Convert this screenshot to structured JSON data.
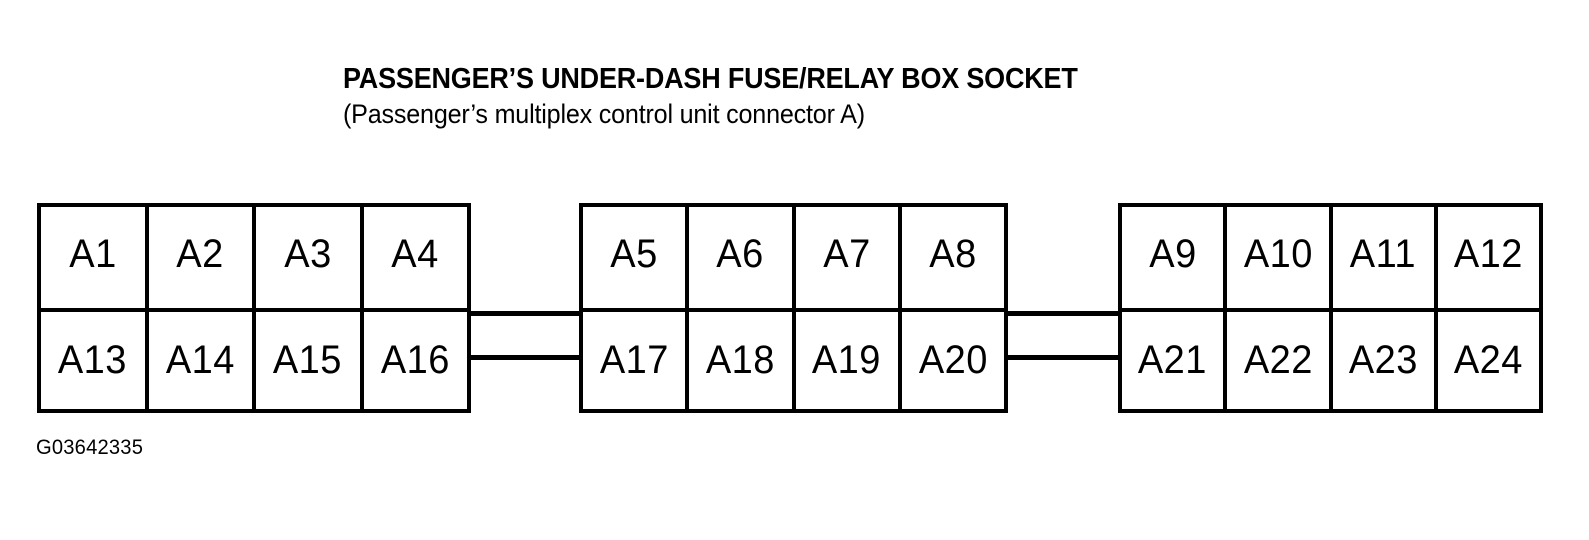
{
  "title": {
    "main": "PASSENGER’S UNDER-DASH FUSE/RELAY BOX SOCKET",
    "sub": "(Passenger’s multiplex control unit connector A)"
  },
  "figure_code": "G03642335",
  "colors": {
    "line": "#000000",
    "background": "#ffffff",
    "text": "#000000"
  },
  "diagram": {
    "type": "connector-pinout",
    "block_count": 3,
    "rows_per_block": 2,
    "columns_per_block": 4,
    "blocks": [
      {
        "name": "connector-block-1",
        "top_row": [
          "A1",
          "A2",
          "A3",
          "A4"
        ],
        "bottom_row": [
          "A13",
          "A14",
          "A15",
          "A16"
        ]
      },
      {
        "name": "connector-block-2",
        "top_row": [
          "A5",
          "A6",
          "A7",
          "A8"
        ],
        "bottom_row": [
          "A17",
          "A18",
          "A19",
          "A20"
        ]
      },
      {
        "name": "connector-block-3",
        "top_row": [
          "A9",
          "A10",
          "A11",
          "A12"
        ],
        "bottom_row": [
          "A21",
          "A22",
          "A23",
          "A24"
        ]
      }
    ],
    "bridges": [
      {
        "name": "bridge-1-2-upper"
      },
      {
        "name": "bridge-1-2-lower"
      },
      {
        "name": "bridge-2-3-upper"
      },
      {
        "name": "bridge-2-3-lower"
      }
    ]
  }
}
